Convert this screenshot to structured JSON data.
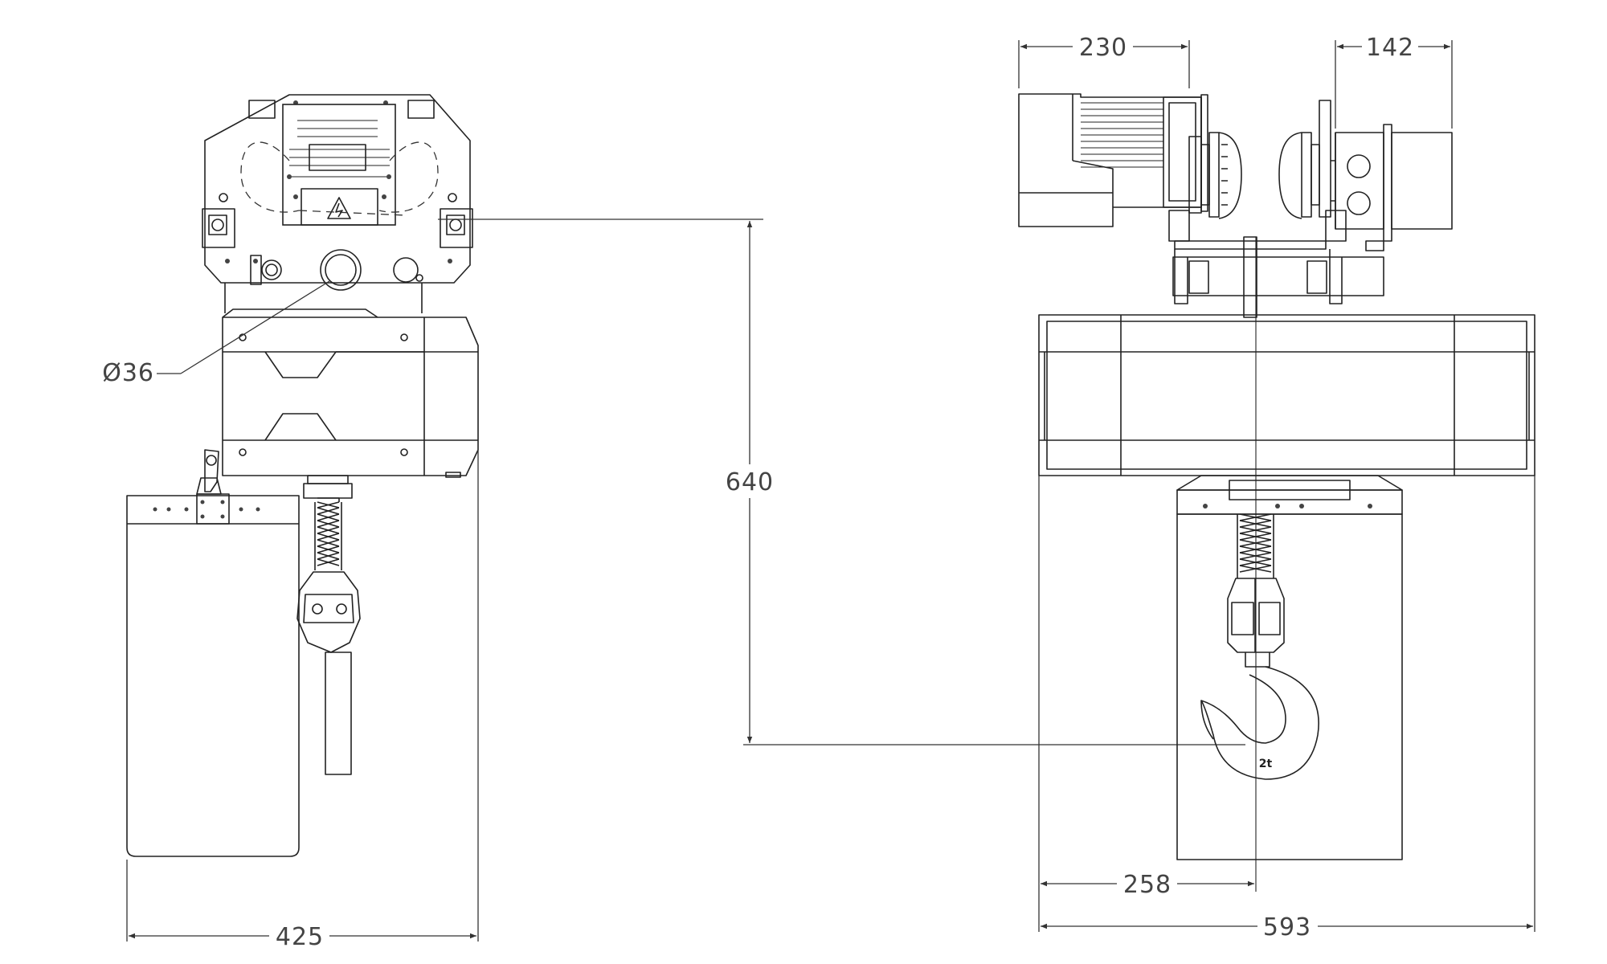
{
  "dimensions": {
    "diameter": "Ø36",
    "height": "640",
    "front_width": "425",
    "motor_width": "230",
    "right_unit_width": "142",
    "hook_offset": "258",
    "total_width": "593"
  },
  "hook_capacity": "2t"
}
